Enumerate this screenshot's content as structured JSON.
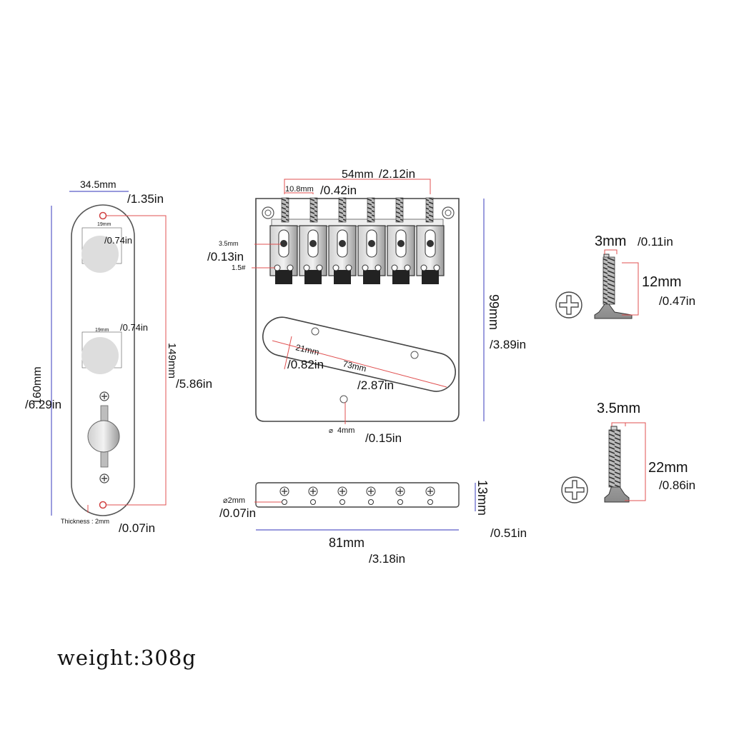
{
  "plate": {
    "width_mm": "34.5mm",
    "width_in": "/1.35in",
    "height_mm": "160mm",
    "height_in": "/6.29in",
    "hole_spacing_mm": "149mm",
    "hole_spacing_in": "/5.86in",
    "pot1_mm": "19mm",
    "pot1_in": "/0.74in",
    "pot2_mm": "19mm",
    "pot2_in": "/0.74in",
    "thickness": "Thickness : 2mm",
    "thickness_in": "/0.07in"
  },
  "bridge": {
    "spacing_mm": "54mm",
    "spacing_in": "/2.12in",
    "string_mm": "10.8mm",
    "string_in": "/0.42in",
    "screw_mm": "3.5mm",
    "screw_in": "/0.13in",
    "hex": "1.5#",
    "height_mm": "99mm",
    "height_in": "/3.89in",
    "slot_w_mm": "21mm",
    "slot_w_in": "/0.82in",
    "slot_l_mm": "73mm",
    "slot_l_in": "/2.87in",
    "hole_mm": "4mm",
    "hole_in": "/0.15in",
    "hole_prefix": "⌀"
  },
  "rail": {
    "hole_mm": "⌀2mm",
    "hole_in": "/0.07in",
    "length_mm": "81mm",
    "length_in": "/3.18in",
    "height_mm": "13mm",
    "height_in": "/0.51in"
  },
  "screw_small": {
    "dia_mm": "3mm",
    "dia_in": "/0.11in",
    "len_mm": "12mm",
    "len_in": "/0.47in",
    "icon": "phillips-head-icon"
  },
  "screw_large": {
    "dia_mm": "3.5mm",
    "len_mm": "22mm",
    "len_in": "/0.86in",
    "icon": "phillips-head-icon"
  },
  "weight": "weight:308g",
  "colors": {
    "dimension_blue": "#5a5cc8",
    "dimension_red": "#e05050",
    "outline": "#555555",
    "pot_fill": "#dddddd"
  }
}
